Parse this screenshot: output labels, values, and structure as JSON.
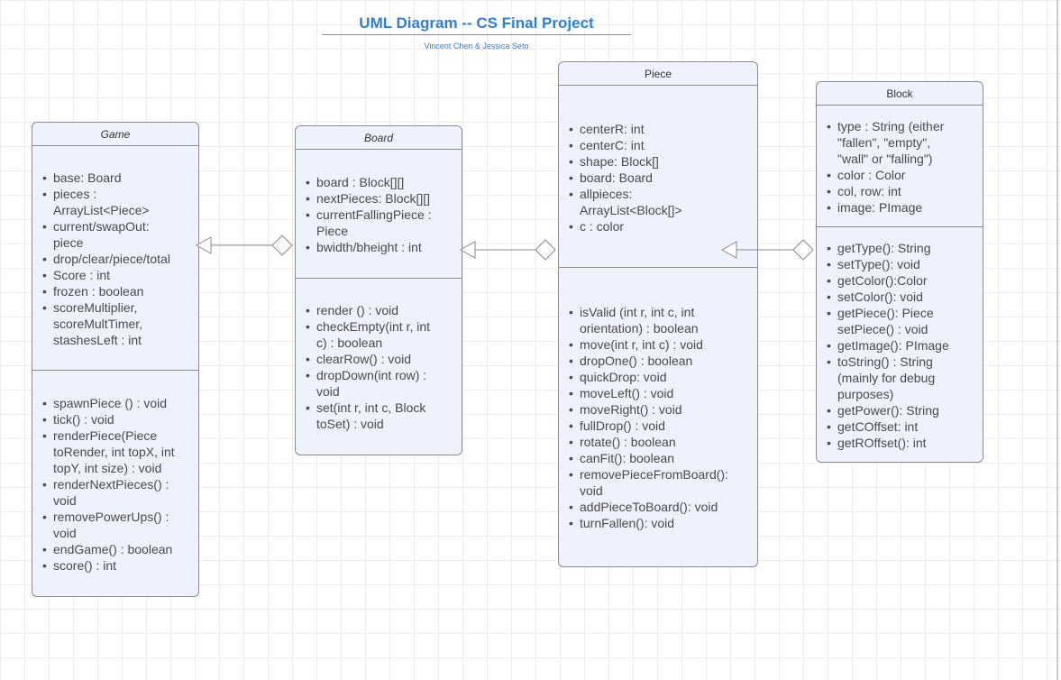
{
  "header": {
    "title": "UML Diagram -- CS Final Project",
    "subtitle": "Vincent Chen & Jessica Seto"
  },
  "classes": {
    "game": {
      "name": "Game",
      "attributes": [
        "base: Board",
        "pieces :\nArrayList<Piece>",
        "current/swapOut:\npiece",
        "drop/clear/piece/total",
        "Score : int",
        "frozen : boolean",
        "scoreMultiplier,\nscoreMultTimer,\nstashesLeft : int"
      ],
      "methods": [
        "spawnPiece () : void",
        "tick() : void",
        "renderPiece(Piece\ntoRender, int topX, int\ntopY, int size) : void",
        "renderNextPieces() :\nvoid",
        "removePowerUps() :\nvoid",
        "endGame() : boolean",
        "score() : int"
      ]
    },
    "board": {
      "name": "Board",
      "attributes": [
        "board : Block[][]",
        "nextPieces: Block[][]",
        "currentFallingPiece :\nPiece",
        "bwidth/bheight : int"
      ],
      "methods": [
        "render () : void",
        "checkEmpty(int r, int\nc) : boolean",
        "clearRow() : void",
        "dropDown(int row) :\nvoid",
        "set(int r, int c, Block\ntoSet) : void"
      ]
    },
    "piece": {
      "name": "Piece",
      "attributes": [
        "centerR: int",
        "centerC: int",
        "shape: Block[]",
        "board: Board",
        "allpieces:\nArrayList<Block[]>",
        "c : color"
      ],
      "methods": [
        "isValid (int r, int c, int\norientation) : boolean",
        "move(int r, int c) : void",
        "dropOne() : boolean",
        "quickDrop: void",
        "moveLeft() : void",
        "moveRight() : void",
        "fullDrop() : void",
        "rotate() : boolean",
        "canFit(): boolean",
        "removePieceFromBoard():\nvoid",
        "addPieceToBoard(): void",
        "turnFallen(): void"
      ]
    },
    "block": {
      "name": "Block",
      "attributes": [
        "type : String (either\n\"fallen\", \"empty\",\n\"wall\" or \"falling\")",
        "color : Color",
        "col, row: int",
        " image: PImage"
      ],
      "methods": [
        "getType(): String",
        "setType(): void",
        "getColor():Color",
        "setColor(): void",
        "getPiece(): Piece\nsetPiece() : void",
        "getImage(): PImage",
        "toString() : String\n(mainly for debug\npurposes)",
        " getPower(): String",
        "getCOffset: int",
        " getROffset(): int"
      ]
    }
  },
  "colors": {
    "title": "#2f7fd8",
    "box_fill": "#eef2fd",
    "box_stroke": "#8c8c8c",
    "grid": "#ececec"
  }
}
